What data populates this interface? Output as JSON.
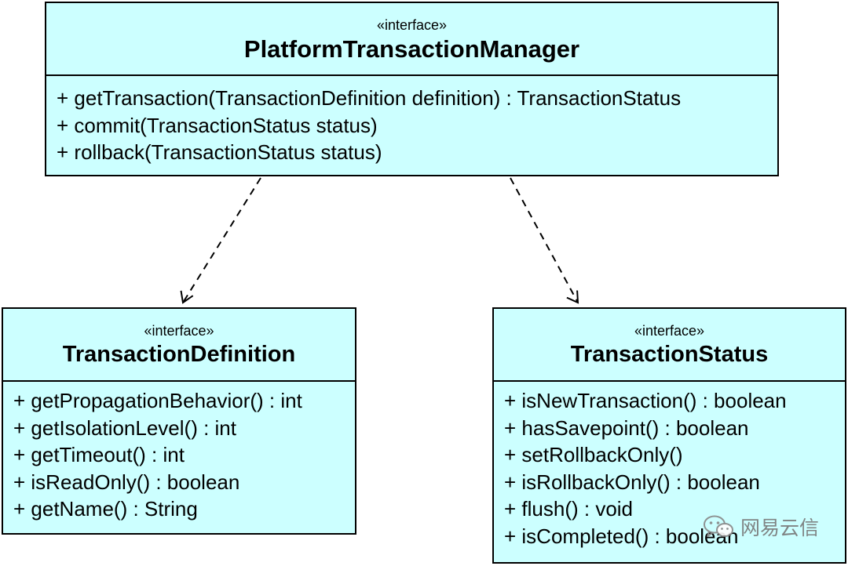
{
  "interfaces": [
    {
      "stereotype": "«interface»",
      "name": "PlatformTransactionManager",
      "members": [
        "+ getTransaction(TransactionDefinition definition) : TransactionStatus",
        "+ commit(TransactionStatus status)",
        "+ rollback(TransactionStatus status)"
      ]
    },
    {
      "stereotype": "«interface»",
      "name": "TransactionDefinition",
      "members": [
        "+ getPropagationBehavior() : int",
        "+ getIsolationLevel() : int",
        "+ getTimeout() : int",
        "+ isReadOnly() : boolean",
        "+ getName() : String"
      ]
    },
    {
      "stereotype": "«interface»",
      "name": "TransactionStatus",
      "members": [
        "+ isNewTransaction() : boolean",
        "+ hasSavepoint() : boolean",
        "+ setRollbackOnly()",
        "+ isRollbackOnly() : boolean",
        "+ flush() : void",
        "+ isCompleted() : boolean"
      ]
    }
  ],
  "relations": [
    {
      "from": "PlatformTransactionManager",
      "to": "TransactionDefinition",
      "style": "dashed-dependency"
    },
    {
      "from": "PlatformTransactionManager",
      "to": "TransactionStatus",
      "style": "dashed-dependency"
    }
  ],
  "colors": {
    "box_fill": "#ccffff",
    "border": "#000000",
    "watermark": "#777777"
  },
  "watermark": {
    "icon": "wechat-icon",
    "text": "网易云信"
  }
}
